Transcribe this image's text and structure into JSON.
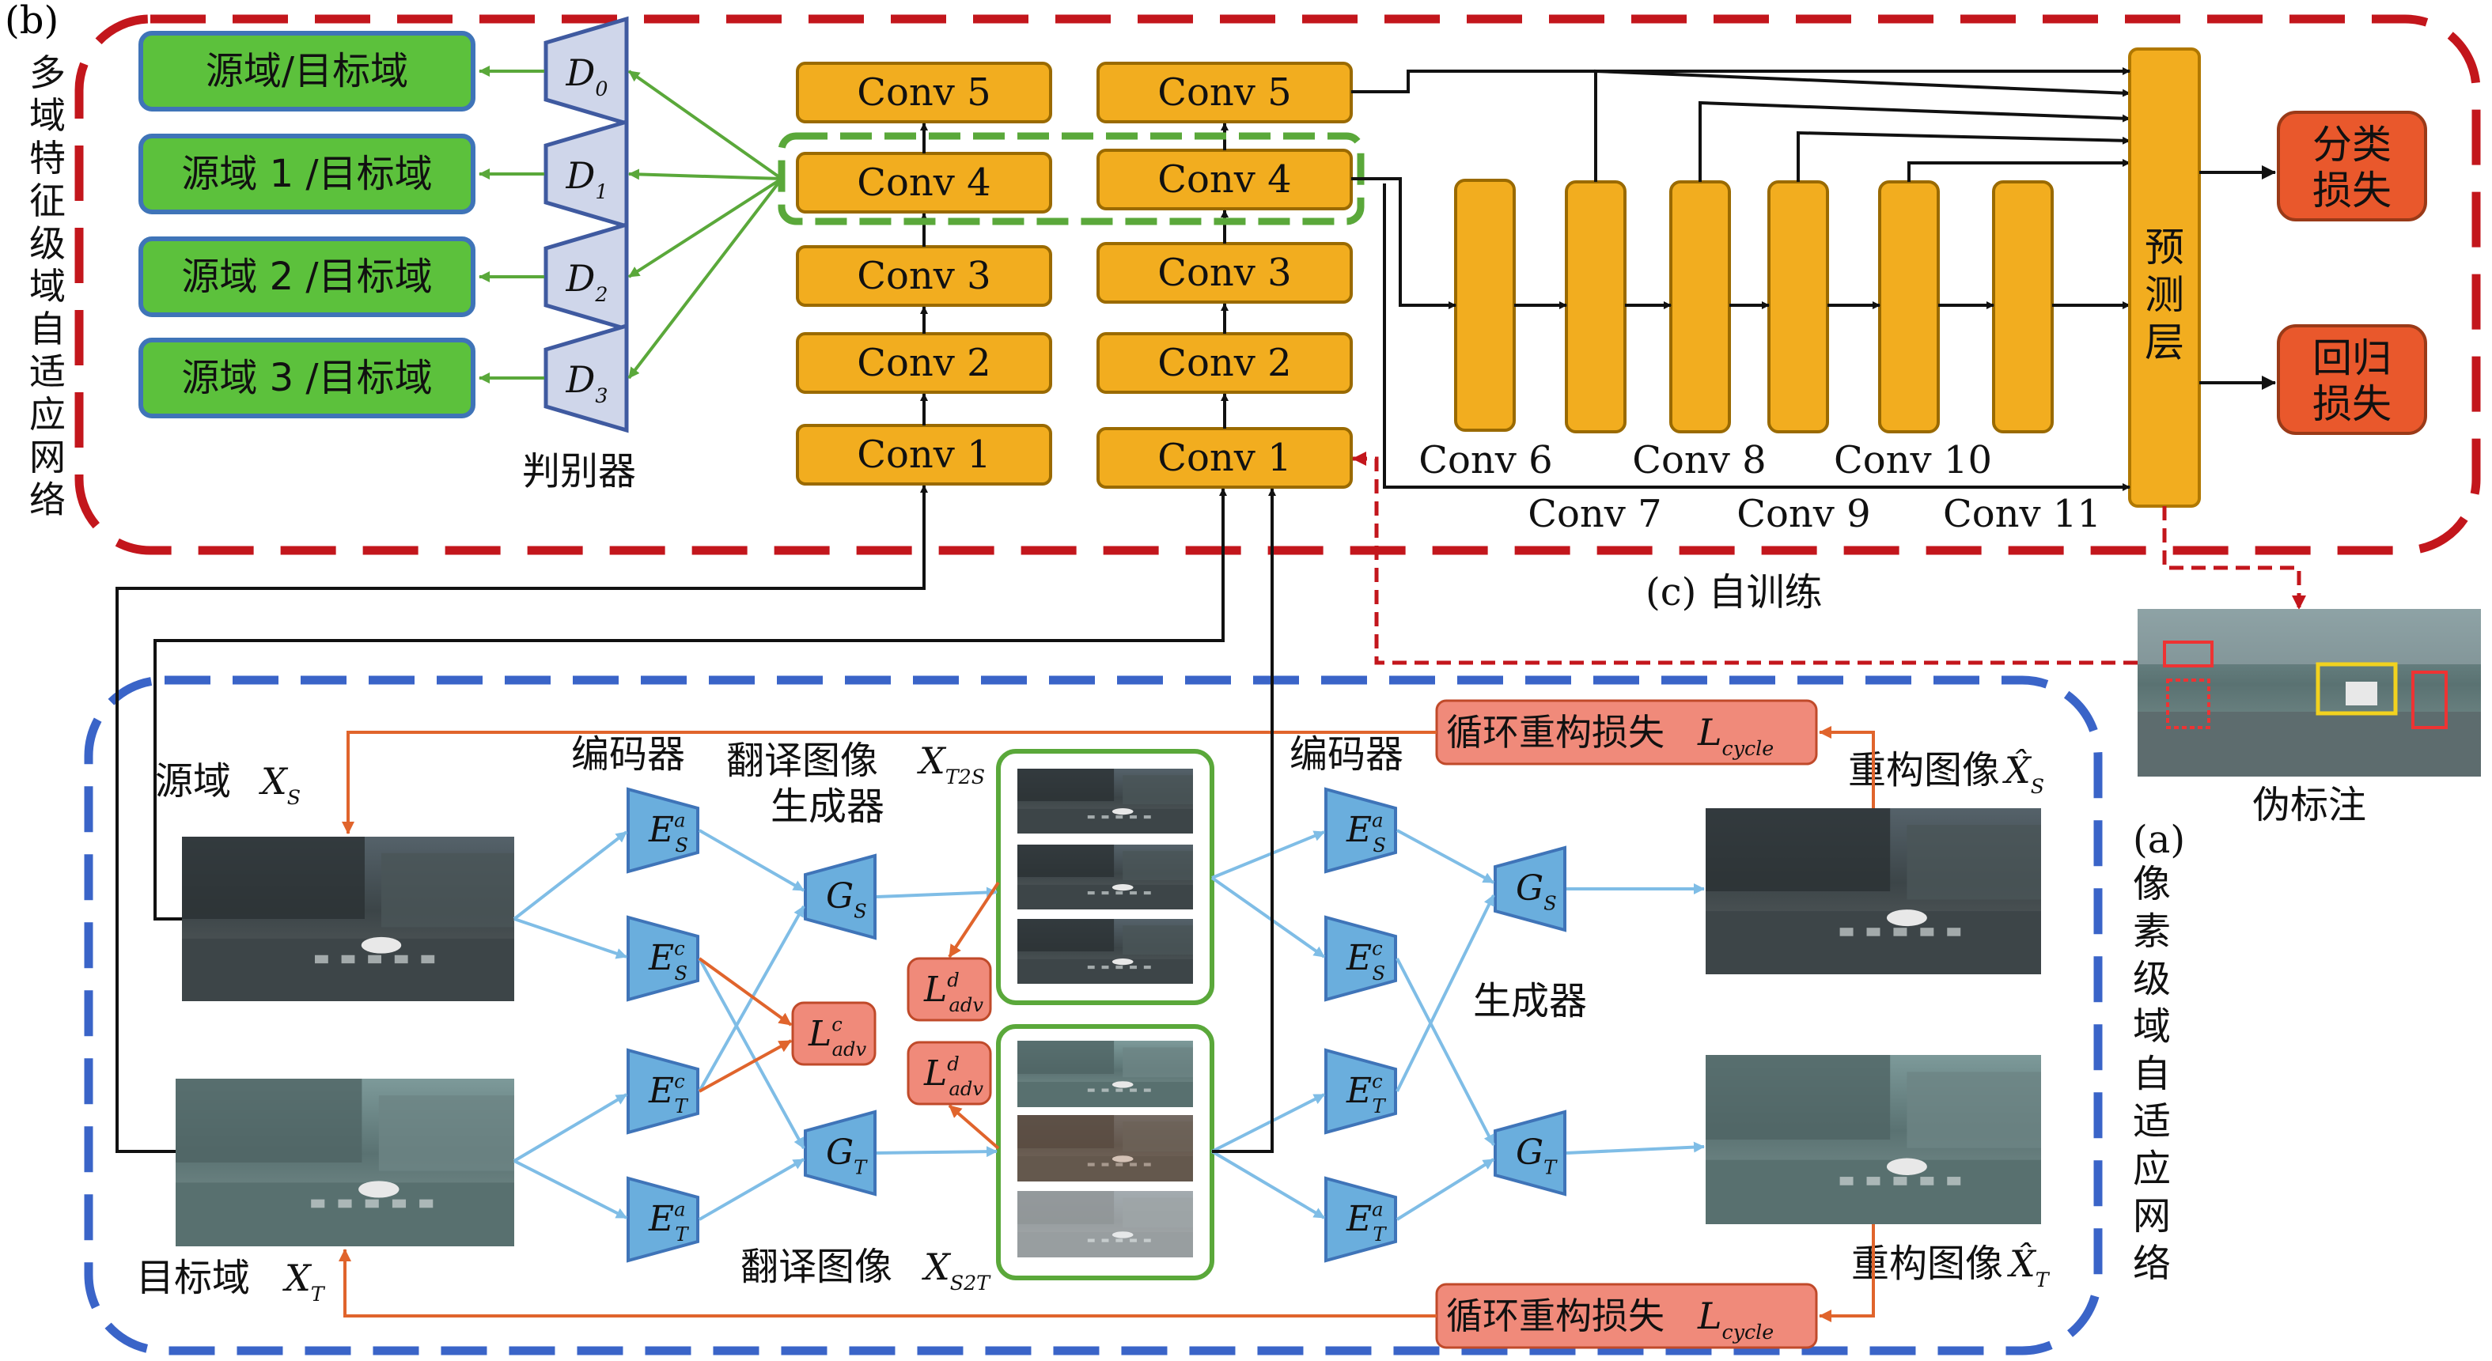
{
  "colors": {
    "red_dash": "#c3161c",
    "blue_dash": "#3a64c8",
    "green_dash": "#5aa83a",
    "conv_fill": "#f2ad1f",
    "conv_stroke": "#b07800",
    "loss_fill": "#e9582c",
    "green_box": "#5cc13c",
    "green_box_stroke": "#3f74b8",
    "disc_fill": "#cfd6ea",
    "enc_fill": "#6aaedd",
    "adv_fill": "#f08a7a",
    "cycle_fill": "#f08a7a",
    "arrow_light_blue": "#7fbde6",
    "arrow_orange": "#e0642c",
    "arrow_green": "#5aa83a"
  },
  "panel_b": {
    "tag": "(b)",
    "vertical_title": [
      "多",
      "域",
      "特",
      "征",
      "级",
      "域",
      "自",
      "适",
      "应",
      "网",
      "络"
    ],
    "domain_boxes": [
      {
        "text": "源域/目标域"
      },
      {
        "text": "源域 1 /目标域"
      },
      {
        "text": "源域 2 /目标域"
      },
      {
        "text": "源域 3 /目标域"
      }
    ],
    "discriminators": [
      {
        "base": "D",
        "sub": "0"
      },
      {
        "base": "D",
        "sub": "1"
      },
      {
        "base": "D",
        "sub": "2"
      },
      {
        "base": "D",
        "sub": "3"
      }
    ],
    "discriminator_caption": "判别器",
    "left_stack": [
      "Conv 5",
      "Conv 4",
      "Conv 3",
      "Conv 2",
      "Conv 1"
    ],
    "right_stack": [
      "Conv 5",
      "Conv 4",
      "Conv 3",
      "Conv 2",
      "Conv 1"
    ],
    "mid_convs_top": [
      "Conv 6",
      "Conv 8",
      "Conv 10"
    ],
    "mid_convs_bottom": [
      "Conv 7",
      "Conv 9",
      "Conv 11"
    ],
    "predict_layer": [
      "预",
      "测",
      "层"
    ],
    "loss_cls": [
      "分类",
      "损失"
    ],
    "loss_reg": [
      "回归",
      "损失"
    ]
  },
  "panel_c": {
    "caption": "(c) 自训练",
    "pseudo_label": "伪标注"
  },
  "panel_a": {
    "tag": "(a)",
    "vertical_title": [
      "像",
      "素",
      "级",
      "域",
      "自",
      "适",
      "应",
      "网",
      "络"
    ],
    "source_label": "源域",
    "source_sym": {
      "base": "X",
      "sub": "S"
    },
    "target_label": "目标域",
    "target_sym": {
      "base": "X",
      "sub": "T"
    },
    "encoder_caption_1": "编码器",
    "encoder_caption_2": "编码器",
    "translated_top_caption_line1": "翻译图像",
    "translated_top_caption_line2": "生成器",
    "translated_top_sym": {
      "base": "X",
      "sub": "T2S"
    },
    "translated_bottom_caption": "翻译图像",
    "translated_bottom_sym": {
      "base": "X",
      "sub": "S2T"
    },
    "generator_caption": "生成器",
    "recon_label_top": "重构图像",
    "recon_sym_top": {
      "base": "X̂",
      "sub": "S"
    },
    "recon_label_bottom": "重构图像",
    "recon_sym_bottom": {
      "base": "X̂",
      "sub": "T"
    },
    "cycle_loss_text": "循环重构损失",
    "cycle_loss_sym": {
      "base": "L",
      "sub": "cycle"
    },
    "enc_left": [
      {
        "base": "E",
        "sub": "S",
        "sup": "a"
      },
      {
        "base": "E",
        "sub": "S",
        "sup": "c"
      },
      {
        "base": "E",
        "sub": "T",
        "sup": "c"
      },
      {
        "base": "E",
        "sub": "T",
        "sup": "a"
      }
    ],
    "enc_right": [
      {
        "base": "E",
        "sub": "S",
        "sup": "a"
      },
      {
        "base": "E",
        "sub": "S",
        "sup": "c"
      },
      {
        "base": "E",
        "sub": "T",
        "sup": "c"
      },
      {
        "base": "E",
        "sub": "T",
        "sup": "a"
      }
    ],
    "gen_left": [
      {
        "base": "G",
        "sub": "S"
      },
      {
        "base": "G",
        "sub": "T"
      }
    ],
    "gen_right": [
      {
        "base": "G",
        "sub": "S"
      },
      {
        "base": "G",
        "sub": "T"
      }
    ],
    "adv_content": {
      "base": "L",
      "sub": "adv",
      "sup": "c"
    },
    "adv_domain_top": {
      "base": "L",
      "sub": "adv",
      "sup": "d"
    },
    "adv_domain_bottom": {
      "base": "L",
      "sub": "adv",
      "sup": "d"
    }
  }
}
